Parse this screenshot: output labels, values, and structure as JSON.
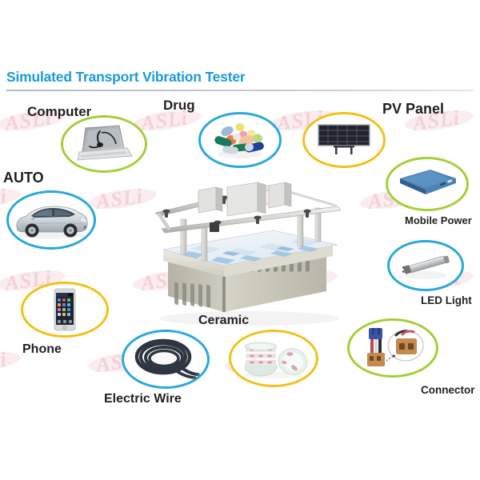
{
  "page": {
    "title": "Simulated Transport Vibration Tester",
    "title_color": "#1C9AD6",
    "background_color": "#FFFFFF",
    "watermark_text": "ASLi"
  },
  "palette": {
    "green": "#A6CE39",
    "blue": "#29A8DF",
    "yellow": "#F2C11A",
    "label_text": "#231F20"
  },
  "items": [
    {
      "id": "computer",
      "label": "Computer",
      "bubble_color": "#A6CE39",
      "icon": "laptop-with-headset-icon",
      "label_position": "top-left"
    },
    {
      "id": "drug",
      "label": "Drug",
      "bubble_color": "#29A8DF",
      "icon": "pills-and-capsules-icon",
      "label_position": "top-left"
    },
    {
      "id": "pv-panel",
      "label": "PV Panel",
      "bubble_color": "#F2C11A",
      "icon": "solar-panel-icon",
      "label_position": "top-right"
    },
    {
      "id": "mobile-power",
      "label": "Mobile Power",
      "bubble_color": "#A6CE39",
      "icon": "power-bank-icon",
      "label_position": "bottom-right"
    },
    {
      "id": "led-light",
      "label": "LED Light",
      "bubble_color": "#29A8DF",
      "icon": "led-tube-light-icon",
      "label_position": "bottom-right"
    },
    {
      "id": "connector",
      "label": "Connector",
      "bubble_color": "#A6CE39",
      "icon": "wire-connector-icon",
      "label_position": "bottom-right"
    },
    {
      "id": "ceramic",
      "label": "Ceramic",
      "bubble_color": "#F2C11A",
      "icon": "ceramic-bowls-icon",
      "label_position": "top-left"
    },
    {
      "id": "electric-wire",
      "label": "Electric Wire",
      "bubble_color": "#29A8DF",
      "icon": "coiled-cable-icon",
      "label_position": "bottom-left"
    },
    {
      "id": "phone",
      "label": "Phone",
      "bubble_color": "#F2C11A",
      "icon": "smartphone-icon",
      "label_position": "bottom-left"
    },
    {
      "id": "auto",
      "label": "AUTO",
      "bubble_color": "#29A8DF",
      "icon": "car-sedan-icon",
      "label_position": "top-left"
    }
  ],
  "machine": {
    "name": "simulated-transport-vibration-tester-machine",
    "platform_color": "#EDF3F8",
    "body_color": "#C9C6BA",
    "rail_color": "#D8D8D4"
  }
}
